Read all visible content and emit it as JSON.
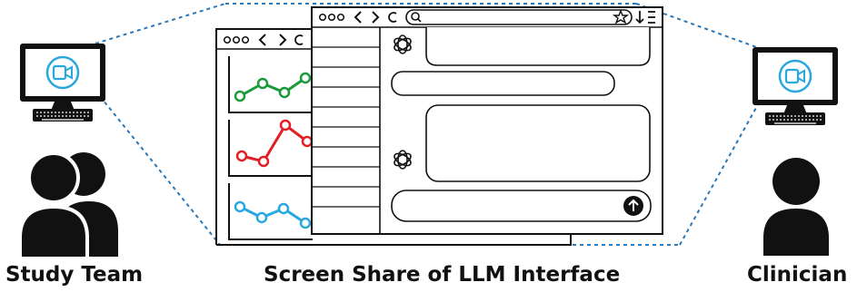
{
  "captions": {
    "left": "Study Team",
    "center": "Screen Share of LLM Interface",
    "right": "Clinician"
  },
  "colors": {
    "connector_dotted": "#2a78b8",
    "video_icon": "#29a8e0",
    "green_series": "#1a9a3a",
    "red_series": "#e31e24",
    "blue_series": "#29a8e0",
    "outline": "#111111"
  },
  "icons": {
    "video": "video-camera-icon",
    "llm": "openai-logo-icon",
    "send": "arrow-up-icon",
    "search": "search-icon",
    "bookmark": "star-icon",
    "download": "download-icon",
    "menu": "menu-icon"
  }
}
